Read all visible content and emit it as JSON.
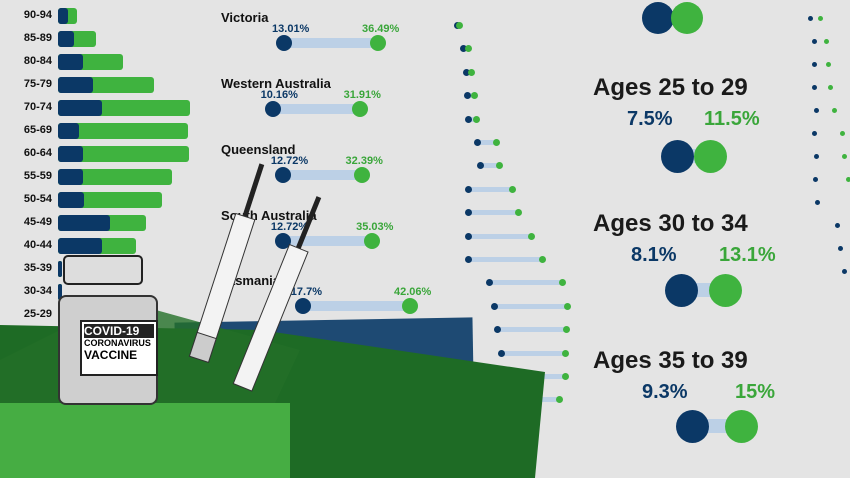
{
  "colors": {
    "first_dose": "#0b3866",
    "second_dose": "#3fb33f",
    "track": "#bcd0e6"
  },
  "age_bars": [
    {
      "label": "90-94",
      "first": 10,
      "second": 19
    },
    {
      "label": "85-89",
      "first": 16,
      "second": 38
    },
    {
      "label": "80-84",
      "first": 25,
      "second": 65
    },
    {
      "label": "75-79",
      "first": 35,
      "second": 96
    },
    {
      "label": "70-74",
      "first": 44,
      "second": 132
    },
    {
      "label": "65-69",
      "first": 21,
      "second": 130
    },
    {
      "label": "60-64",
      "first": 25,
      "second": 131
    },
    {
      "label": "55-59",
      "first": 25,
      "second": 114
    },
    {
      "label": "50-54",
      "first": 26,
      "second": 104
    },
    {
      "label": "45-49",
      "first": 52,
      "second": 88
    },
    {
      "label": "40-44",
      "first": 44,
      "second": 78
    },
    {
      "label": "35-39",
      "first": 4,
      "second": 4
    },
    {
      "label": "30-34",
      "first": 4,
      "second": 4
    },
    {
      "label": "25-29",
      "first": 4,
      "second": 4
    }
  ],
  "states": [
    {
      "name": "Victoria",
      "first": "13.01%",
      "second": "36.49%",
      "a": 13.01,
      "b": 36.49
    },
    {
      "name": "Western Australia",
      "first": "10.16%",
      "second": "31.91%",
      "a": 10.16,
      "b": 31.91
    },
    {
      "name": "Queensland",
      "first": "12.72%",
      "second": "32.39%",
      "a": 12.72,
      "b": 32.39
    },
    {
      "name": "South Australia",
      "first": "12.72%",
      "second": "35.03%",
      "a": 12.72,
      "b": 35.03
    },
    {
      "name": "Tasmania",
      "first": "17.7%",
      "second": "42.06%",
      "a": 17.7,
      "b": 44.5
    }
  ],
  "mini_rows": [
    {
      "a": 2,
      "b": 4
    },
    {
      "a": 8,
      "b": 13
    },
    {
      "a": 11,
      "b": 16
    },
    {
      "a": 12,
      "b": 19
    },
    {
      "a": 13,
      "b": 21
    },
    {
      "a": 22,
      "b": 41
    },
    {
      "a": 25,
      "b": 44
    },
    {
      "a": 13,
      "b": 57
    },
    {
      "a": 13,
      "b": 63
    },
    {
      "a": 13,
      "b": 76
    },
    {
      "a": 13,
      "b": 87
    },
    {
      "a": 34,
      "b": 107
    },
    {
      "a": 39,
      "b": 112
    },
    {
      "a": 42,
      "b": 111
    },
    {
      "a": 46,
      "b": 110
    },
    {
      "a": 48,
      "b": 110
    },
    {
      "a": 50,
      "b": 104
    }
  ],
  "age_groups": [
    {
      "title": "Ages 25 to 29",
      "first": "7.5%",
      "second": "11.5%"
    },
    {
      "title": "Ages 30 to 34",
      "first": "8.1%",
      "second": "13.1%"
    },
    {
      "title": "Ages 35 to 39",
      "first": "9.3%",
      "second": "15%"
    }
  ],
  "vial": {
    "line1": "COVID-19",
    "line2": "CORONAVIRUS",
    "line3": "VACCINE"
  }
}
